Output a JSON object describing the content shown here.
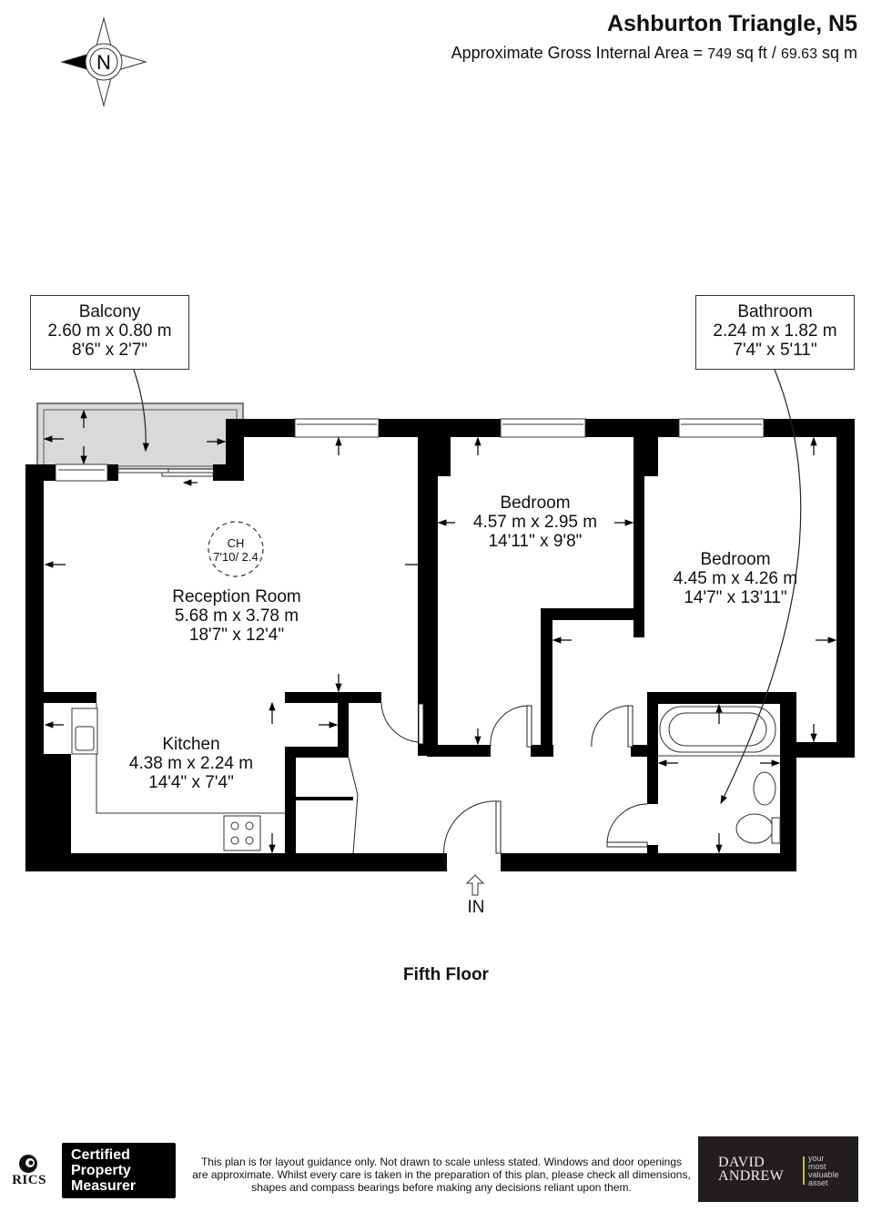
{
  "header": {
    "title": "Ashburton Triangle, N5",
    "area_prefix": "Approximate Gross Internal Area = ",
    "area_sqft": "749",
    "area_sqft_unit": " sq ft / ",
    "area_sqm": "69.63",
    "area_sqm_unit": " sq m"
  },
  "compass": {
    "icon": "compass-north-icon",
    "letter": "N"
  },
  "rooms": {
    "balcony": {
      "name": "Balcony",
      "metric": "2.60 m x 0.80 m",
      "imperial": "8'6\" x 2'7\""
    },
    "bathroom": {
      "name": "Bathroom",
      "metric": "2.24 m x 1.82 m",
      "imperial": "7'4\" x 5'11\""
    },
    "reception": {
      "name": "Reception Room",
      "metric": "5.68 m x 3.78 m",
      "imperial": "18'7\" x 12'4\""
    },
    "bedroom1": {
      "name": "Bedroom",
      "metric": "4.57 m x 2.95 m",
      "imperial": "14'11\" x 9'8\""
    },
    "bedroom2": {
      "name": "Bedroom",
      "metric": "4.45 m x 4.26 m",
      "imperial": "14'7\" x 13'11\""
    },
    "kitchen": {
      "name": "Kitchen",
      "metric": "4.38 m x 2.24 m",
      "imperial": "14'4\" x 7'4\""
    }
  },
  "ceiling_height": {
    "label": "CH",
    "value": "7'10/ 2.4"
  },
  "entrance": {
    "label": "IN",
    "icon": "entrance-arrow-icon"
  },
  "floor_label": "Fifth Floor",
  "footer": {
    "rics": {
      "text": "RICS",
      "icon": "rics-lion-icon"
    },
    "certified": [
      "Certified",
      "Property",
      "Measurer"
    ],
    "disclaimer": [
      "This plan is for layout guidance only. Not drawn to scale unless stated. Windows and door openings",
      "are approximate. Whilst every care is taken in the preparation of this plan, please check all dimensions,",
      "shapes and compass bearings before making any decisions reliant upon them."
    ],
    "brand": {
      "line1": "DAVID",
      "line2": "ANDREW",
      "tag": [
        "your",
        "most",
        "valuable",
        "asset"
      ],
      "accent": "#c9b74a",
      "bg": "#221e1f"
    }
  },
  "colors": {
    "wall": "#000000",
    "balcony_fill": "#d9d9d9",
    "background": "#ffffff"
  }
}
